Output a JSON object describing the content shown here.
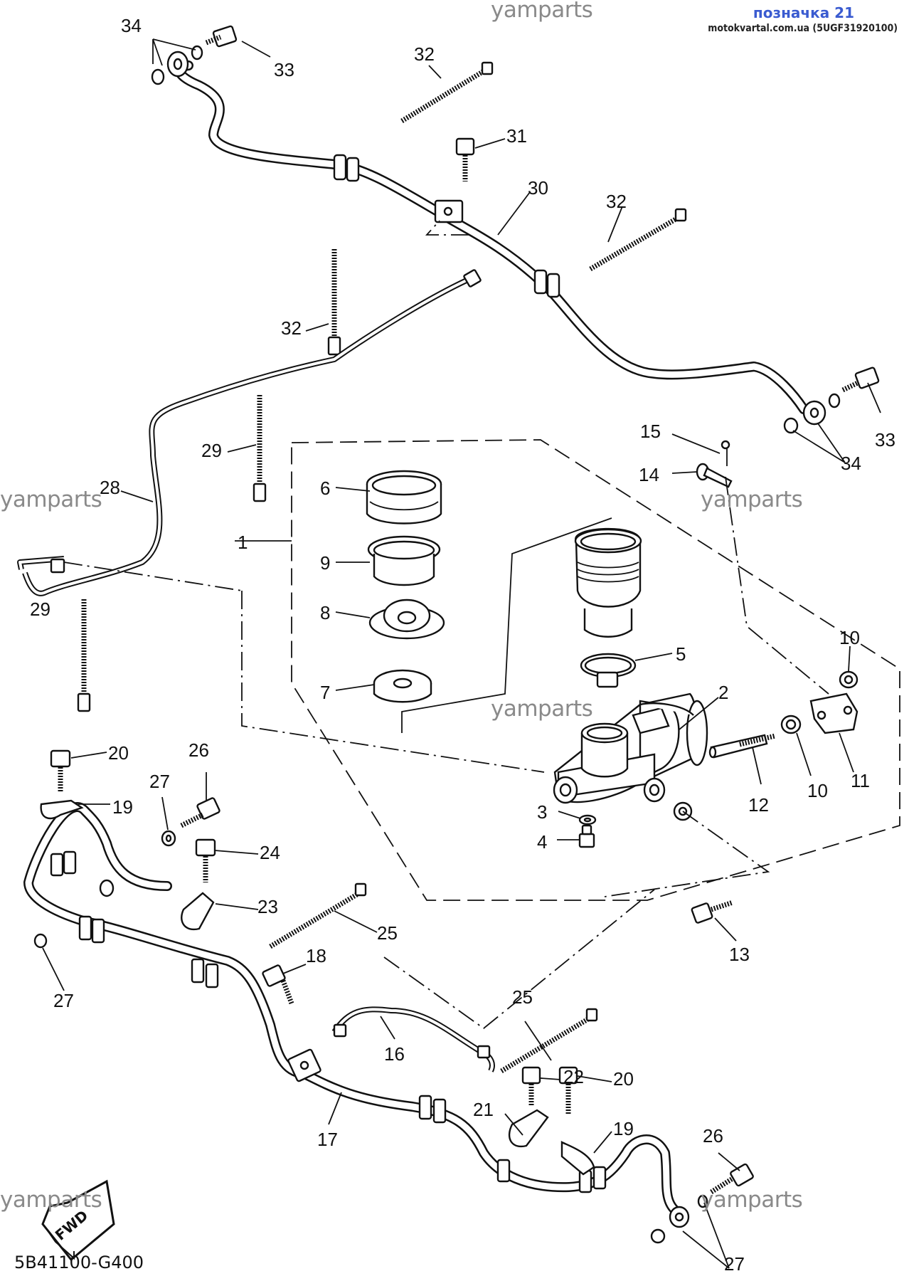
{
  "header": {
    "title": "позначка 21",
    "subtitle": "motokvartal.com.ua (5UGF31920100)"
  },
  "watermarks": [
    "yamparts",
    "yamparts",
    "yamparts",
    "yamparts",
    "yamparts",
    "yamparts"
  ],
  "footer": {
    "diagram_code": "5B41100-G400"
  },
  "fwd_badge": "FWD",
  "callouts": [
    "34",
    "33",
    "32",
    "31",
    "30",
    "32",
    "32",
    "29",
    "28",
    "29",
    "1",
    "6",
    "9",
    "8",
    "7",
    "5",
    "2",
    "3",
    "4",
    "15",
    "14",
    "10",
    "10",
    "11",
    "12",
    "13",
    "34",
    "33",
    "20",
    "19",
    "26",
    "27",
    "24",
    "23",
    "25",
    "27",
    "18",
    "16",
    "17",
    "25",
    "22",
    "20",
    "21",
    "19",
    "26",
    "27"
  ]
}
